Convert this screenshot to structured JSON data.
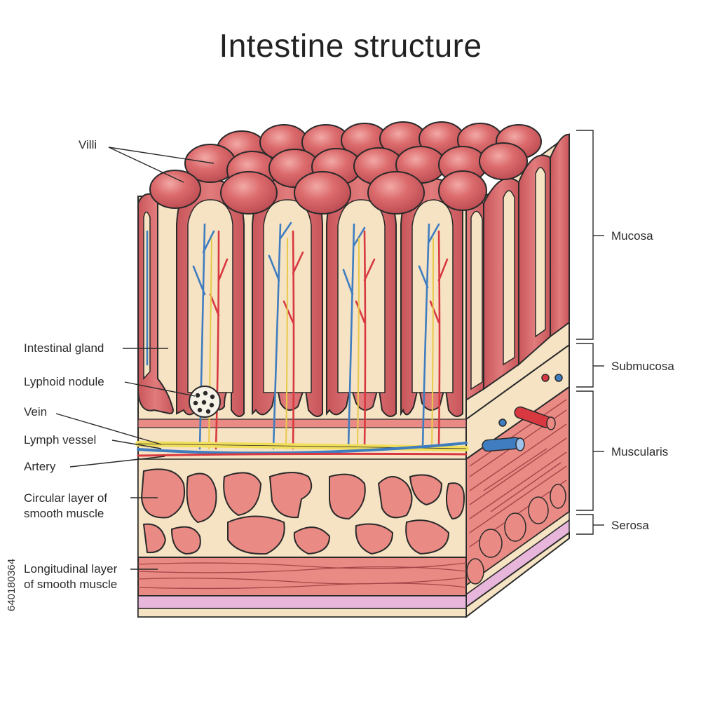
{
  "title": "Intestine structure",
  "labels": {
    "villi": "Villi",
    "intestinal_gland": "Intestinal gland",
    "lymphoid_nodule": "Lyphoid nodule",
    "vein": "Vein",
    "lymph_vessel": "Lymph vessel",
    "artery": "Artery",
    "circular_layer": "Circular layer of smooth muscle",
    "longitudinal_layer": "Longitudinal layer of smooth muscle"
  },
  "layers": {
    "mucosa": "Mucosa",
    "submucosa": "Submucosa",
    "muscularis": "Muscularis",
    "serosa": "Serosa"
  },
  "watermark_id": "640180364",
  "colors": {
    "villus": "#d9686b",
    "villus_dark": "#b94f54",
    "villus_light": "#ef9e9c",
    "tissue": "#f6e3c4",
    "muscle": "#e98b84",
    "vein": "#3f7dc0",
    "artery": "#d8383f",
    "lymph": "#f1de5a",
    "serosa": "#e7b6da",
    "outline": "#2a2a2a"
  }
}
